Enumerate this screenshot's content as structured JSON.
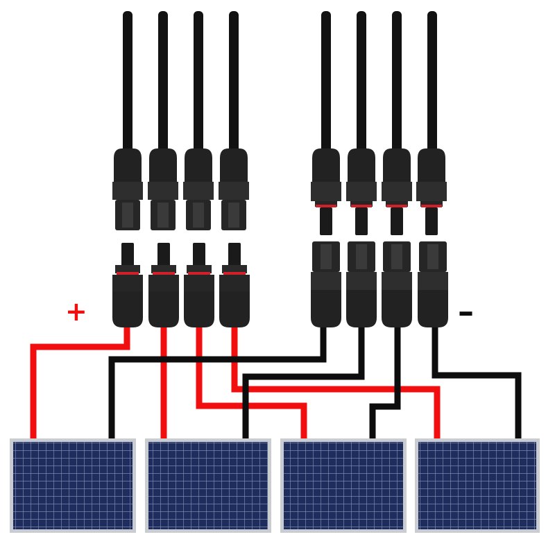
{
  "labels": {
    "positive": "+",
    "negative": "–"
  },
  "colors": {
    "positive_wire": "#f10e0e",
    "negative_wire": "#0d0d0d",
    "cable": "#121212",
    "connector_body": "#222222",
    "connector_shade": "#3a3a3a",
    "seal_ring": "#d0202a",
    "panel_frame": "#c9ccd1",
    "panel_cell": "#1f2c5e",
    "panel_grid": "#8c96b8"
  },
  "connectors": {
    "positive_group_count": 4,
    "negative_group_count": 4
  },
  "panels": {
    "count": 4
  }
}
